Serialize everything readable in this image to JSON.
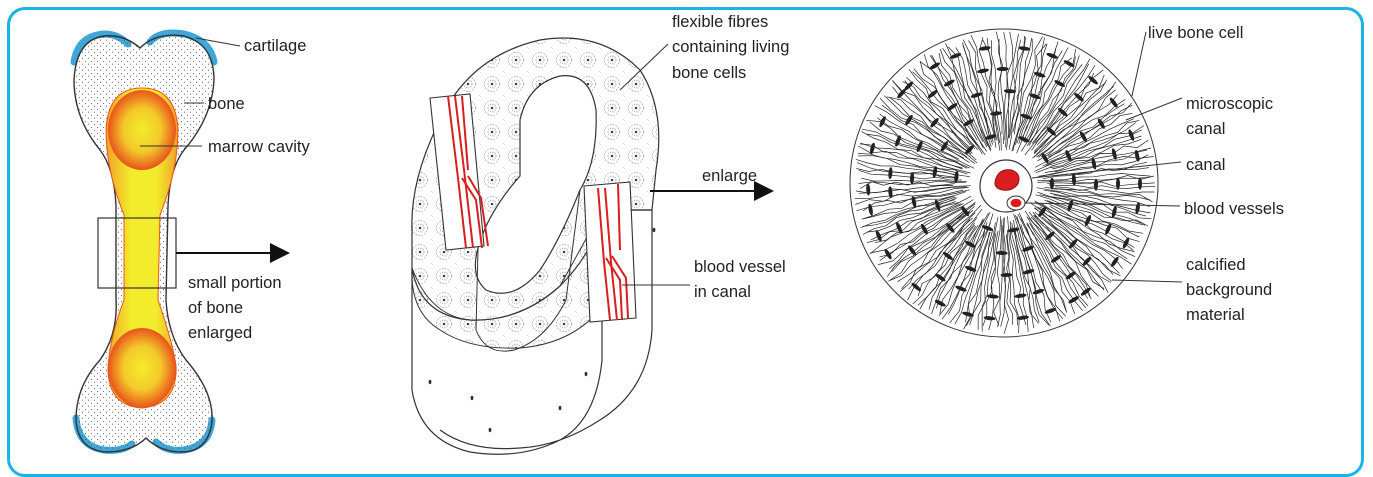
{
  "colors": {
    "frame": "#1ab3e6",
    "cartilage": "#3ea6d8",
    "marrow_inner": "#f0e22a",
    "marrow_outer": "#e8541c",
    "vessel": "#d81e1e"
  },
  "labels": {
    "cartilage": "cartilage",
    "bone": "bone",
    "marrow_cavity": "marrow cavity",
    "small_portion_1": "small portion",
    "small_portion_2": "of bone",
    "small_portion_3": "enlarged",
    "flexible_1": "flexible fibres",
    "flexible_2": "containing living",
    "flexible_3": "bone cells",
    "enlarge": "enlarge",
    "blood_vessel_1": "blood vessel",
    "blood_vessel_2": "in canal",
    "live_bone_cell": "live bone cell",
    "microscopic_1": "microscopic",
    "microscopic_2": "canal",
    "canal": "canal",
    "blood_vessels": "blood vessels",
    "calcified_1": "calcified",
    "calcified_2": "background",
    "calcified_3": "material"
  }
}
